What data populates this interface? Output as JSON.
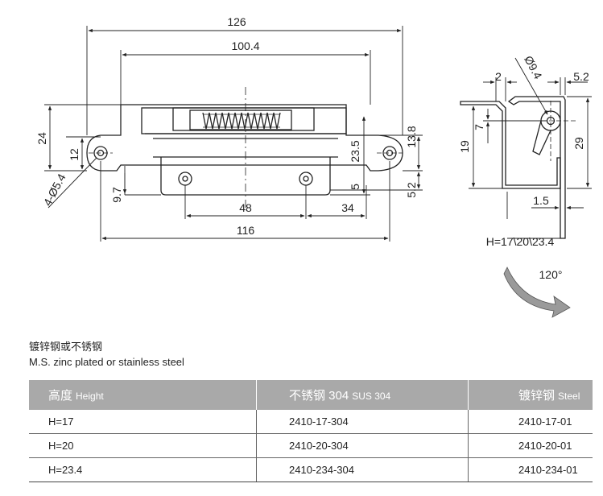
{
  "dimensions": {
    "d126": "126",
    "d100_4": "100.4",
    "d24": "24",
    "d12": "12",
    "d4phi": "4-Ø5.4",
    "d9_7": "9.7",
    "d48": "48",
    "d116": "116",
    "d34": "34",
    "d5": "5",
    "d23_5": "23.5",
    "d13_8": "13.8",
    "d5_2a": "5.2",
    "d2": "2",
    "d9_4": "Ø9.4",
    "d5_2b": "5.2",
    "d7": "7",
    "d19": "19",
    "d29": "29",
    "d1_5": "1.5",
    "h_label": "H=17\\20\\23.4",
    "angle": "120°"
  },
  "material": {
    "cn": "镀锌钢或不锈钢",
    "en": "M.S. zinc plated or stainless steel"
  },
  "table": {
    "headers": [
      {
        "cn": "高度",
        "en": "Height"
      },
      {
        "cn": "不锈钢 304",
        "en": "SUS 304"
      },
      {
        "cn": "镀锌钢",
        "en": "Steel"
      }
    ],
    "rows": [
      [
        "H=17",
        "2410-17-304",
        "2410-17-01"
      ],
      [
        "H=20",
        "2410-20-304",
        "2410-20-01"
      ],
      [
        "H=23.4",
        "2410-234-304",
        "2410-234-01"
      ]
    ]
  }
}
